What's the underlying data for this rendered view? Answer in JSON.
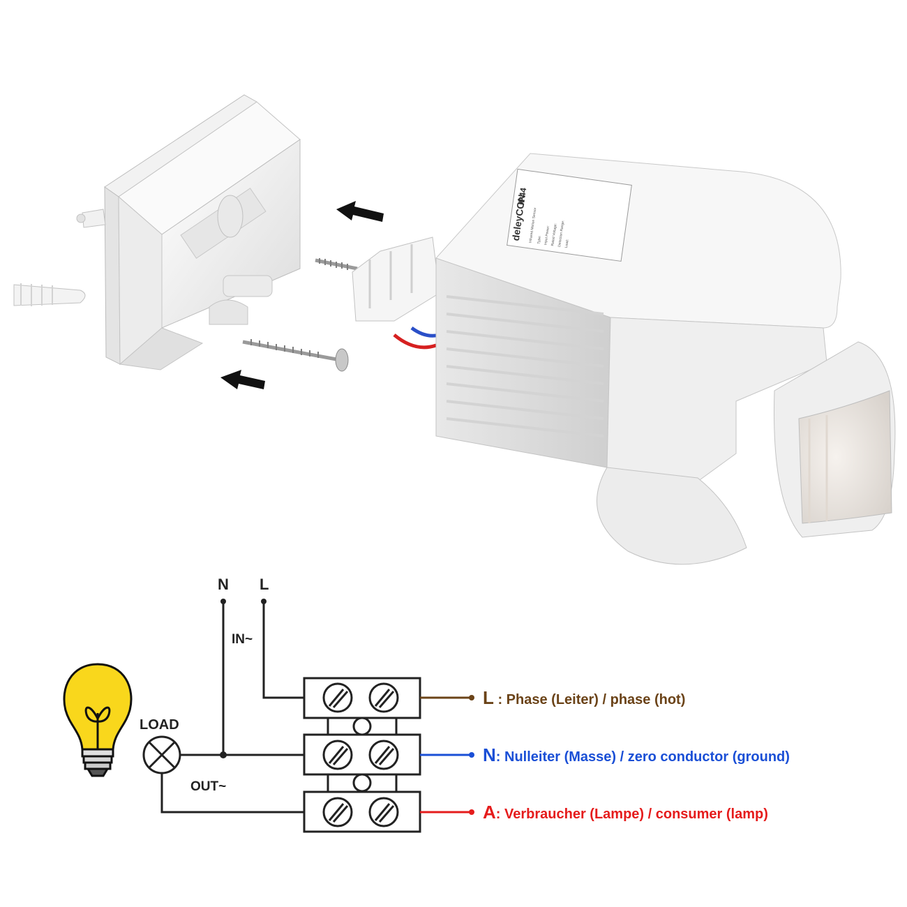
{
  "product": {
    "brand": "deleyCON",
    "ip_rating": "IP44",
    "label_lines": [
      "Infrared Motion Sensor",
      "Type:",
      "Input Power:",
      "Rated Voltage:",
      "Detection Range:",
      "Load:"
    ],
    "colors": {
      "housing": "#f4f4f4",
      "housing_shade": "#d9d9d9",
      "arrow": "#111111"
    }
  },
  "wiring": {
    "node_n": "N",
    "node_l": "L",
    "in_label": "IN~",
    "out_label": "OUT~",
    "load_label": "LOAD",
    "legend": [
      {
        "key": "L",
        "sep": " : ",
        "text": "Phase (Leiter) / phase (hot)",
        "color": "#6b4318"
      },
      {
        "key": "N",
        "sep": ": ",
        "text": "Nulleiter (Masse) / zero  conductor (ground)",
        "color": "#1a4fd6"
      },
      {
        "key": "A",
        "sep": ": ",
        "text": "Verbraucher (Lampe) / consumer (lamp)",
        "color": "#e51c1c"
      }
    ],
    "icons": {
      "bulb": "light-bulb-icon",
      "lamp_symbol": "lamp-cross-icon"
    },
    "colors": {
      "bulb": "#f9d71c",
      "wire": "#222222"
    }
  }
}
